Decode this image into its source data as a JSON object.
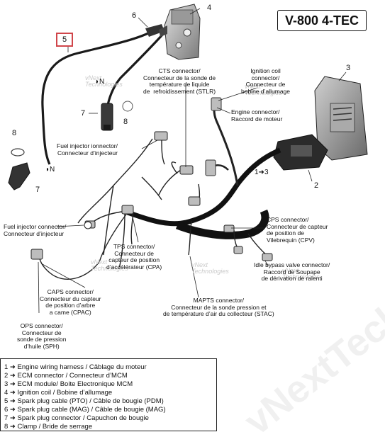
{
  "title": "V-800 4-TEC",
  "highlighted_callout": "5",
  "watermarks": {
    "small": "vNext\nTechnologies",
    "big": "vNextTechnologies"
  },
  "callouts": {
    "n1": "1",
    "n2": "2",
    "n3": "3",
    "n4": "4",
    "n6": "6",
    "n7a": "7",
    "n7b": "7",
    "n8a": "8",
    "n8b": "8",
    "arrow13": "1➜3",
    "sym_n_top": "◗N",
    "sym_n_left": "◗N"
  },
  "labels": {
    "cts": "CTS connector/\nConnecteur de la sonde de\ntempérature de liquide\nde  refroidissement (STLR)",
    "ignition": "Ignition coil\nconnector/\nConnecteur de\nbobine d’allumage",
    "engine": "Engine connector/\nRaccord de moteur",
    "fuel_ignition": "Fuel injector ionnector/\nConnecteur d’injecteur",
    "fuel_left": "Fuel injector connector/\nConnecteur d’injecteur",
    "cps": "CPS connector/\nConnecteur de capteur\nde position de\nVilebrequin (CPV)",
    "tps": "TPS connector/\nConnecteur de\ncapteur de position\nd’accélérateur (CPA)",
    "idle": "Idle bypass valve connector/\nRaccord de Soupape\nde dérivation de ralenti",
    "caps": "CAPS connector/\nConnecteur du capteur\nde position d’arbre\na came (CPAC)",
    "mapts": "MAPTS connector/\nConnecteur de la sonde pression et\nde température d’air du collecteur (STAC)",
    "ops": "OPS connector/\nConnecteur de\nsonde de pression\nd’huile (SPH)"
  },
  "legend": [
    "1 ➜ Engine wiring harness / Câblage du moteur",
    "2 ➜ ECM connector / Connecteur d’MCM",
    "3 ➜ ECM module/ Boite Electronique MCM",
    "4 ➜ Ignition coil / Bobine d’allumage",
    "5 ➜ Spark plug cable (PTO) / Câble de bougie (PDM)",
    "6 ➜ Spark plug cable (MAG) / Câble de bougie (MAG)",
    "7 ➜ Spark plug connector / Capuchon de bougie",
    "8 ➜ Clamp / Bride de serrage"
  ]
}
